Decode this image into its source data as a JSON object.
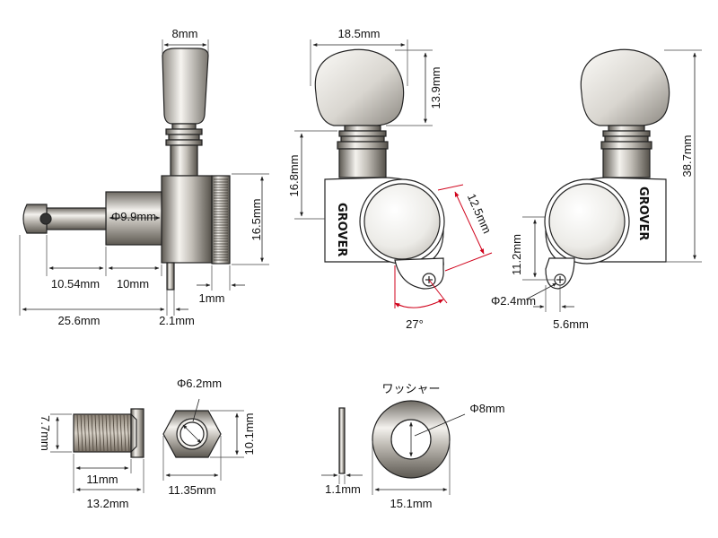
{
  "brand": "GROVER",
  "washer_label": "ワッシャー",
  "dimensions": {
    "button_width_side": "8mm",
    "bushing_diameter": "Φ9.9mm",
    "post_housing_height": "16.5mm",
    "shaft_10_54": "10.54mm",
    "shaft_10": "10mm",
    "gear_1mm": "1mm",
    "overall_length": "25.6mm",
    "pin_2_1": "2.1mm",
    "button_width_front": "18.5mm",
    "button_height": "13.9mm",
    "housing_height": "16.8mm",
    "gear_diameter": "12.5mm",
    "angle": "27°",
    "overall_height": "38.7mm",
    "screw_height": "11.2mm",
    "screw_hole": "Φ2.4mm",
    "screw_offset": "5.6mm",
    "bushing_thread_height": "7.7mm",
    "bushing_thread_length": "11mm",
    "bushing_total_length": "13.2mm",
    "nut_inner": "Φ6.2mm",
    "nut_height": "10.1mm",
    "nut_width": "11.35mm",
    "washer_inner": "Φ8mm",
    "washer_thickness": "1.1mm",
    "washer_outer": "15.1mm"
  }
}
